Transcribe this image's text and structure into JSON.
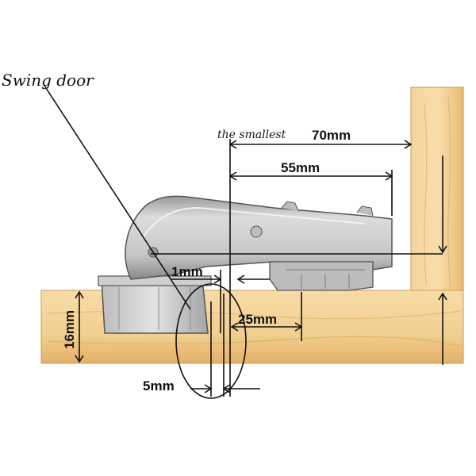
{
  "labels": {
    "swing_door": "Swing door",
    "the_smallest": "the smallest",
    "dim_70": "70mm",
    "dim_55": "55mm",
    "dim_1": "1mm",
    "dim_25": "25mm",
    "dim_16": "16mm",
    "dim_5": "5mm"
  },
  "colors": {
    "wood_light": "#f7d9a2",
    "wood_mid": "#ecbf78",
    "wood_dark": "#d9a45a",
    "metal_light": "#d4d4d4",
    "metal_mid": "#a9a9a9",
    "metal_dark": "#6e6e6e",
    "line": "#111111"
  }
}
